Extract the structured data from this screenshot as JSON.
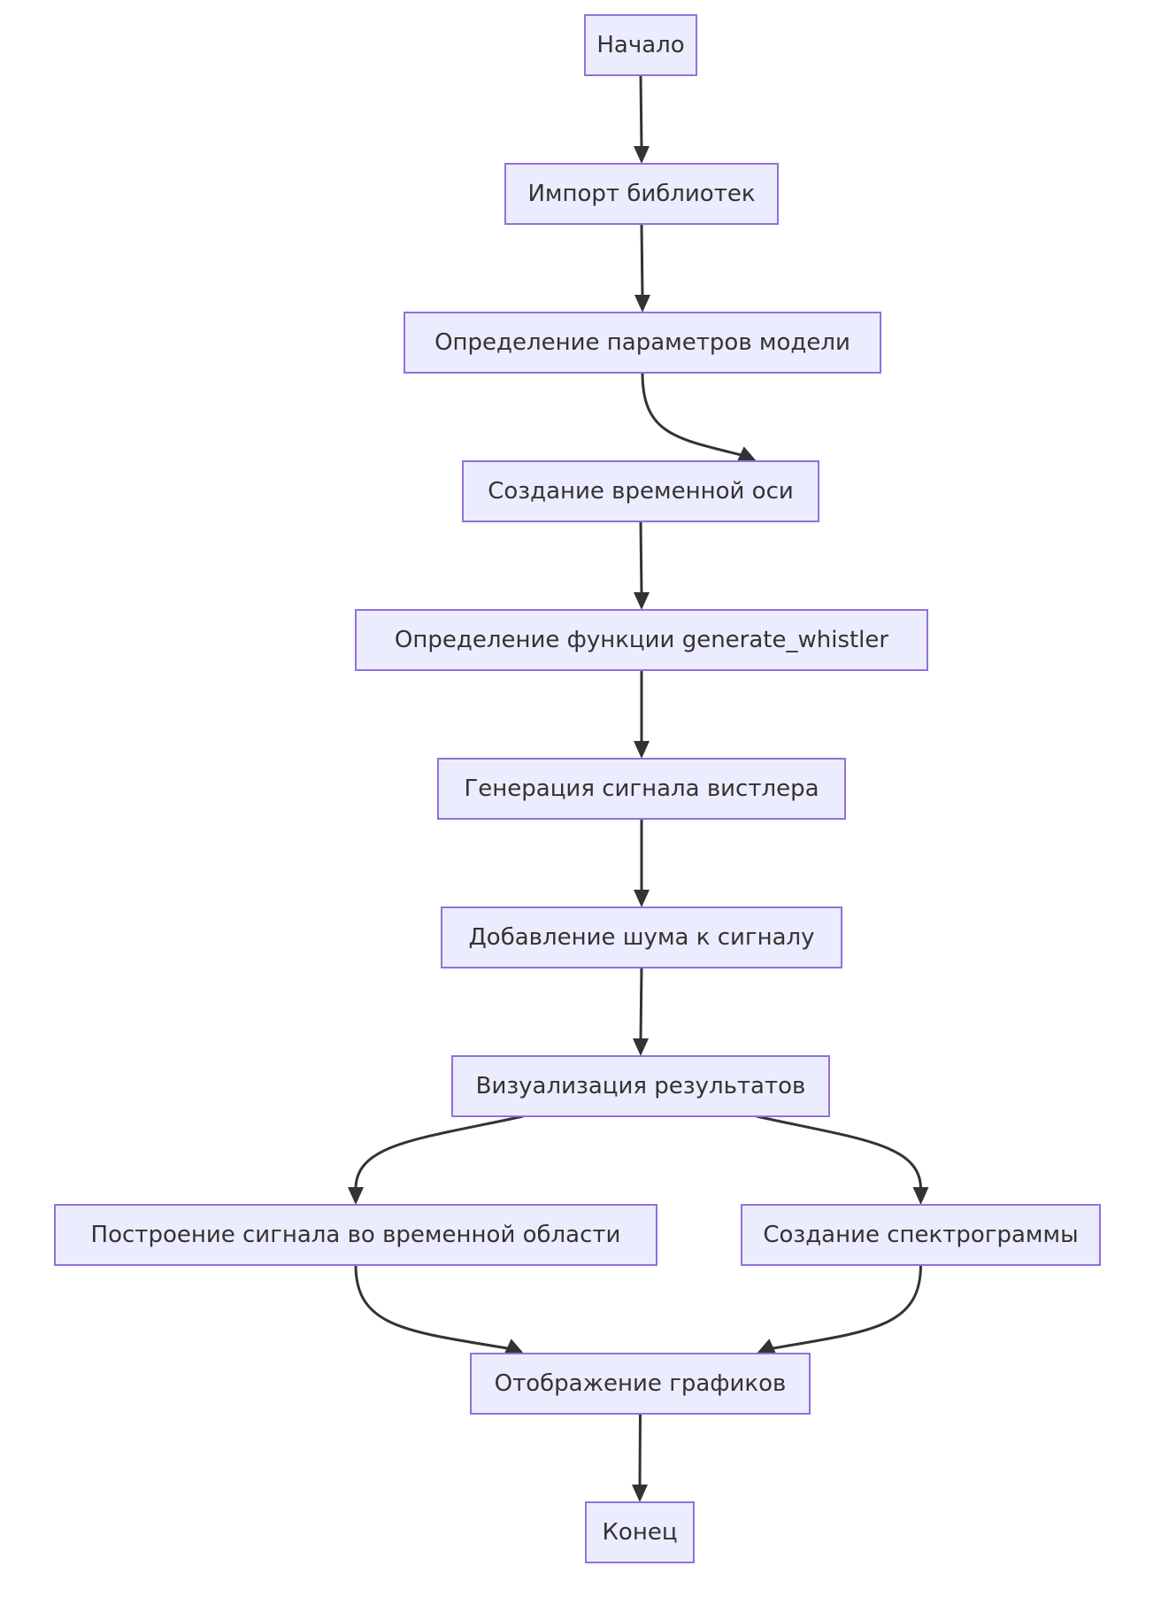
{
  "diagram": {
    "type": "flowchart",
    "direction": "top-down",
    "colors": {
      "node_fill": "#ECECFF",
      "node_border": "#9370DB",
      "text": "#333333",
      "edge": "#333333",
      "background": "#FFFFFF"
    },
    "nodes": [
      {
        "id": "start",
        "label": "Начало"
      },
      {
        "id": "import",
        "label": "Импорт библиотек"
      },
      {
        "id": "params",
        "label": "Определение параметров модели"
      },
      {
        "id": "time_axis",
        "label": "Создание временной оси"
      },
      {
        "id": "func",
        "label": "Определение функции generate_whistler"
      },
      {
        "id": "gen",
        "label": "Генерация сигнала вистлера"
      },
      {
        "id": "noise",
        "label": "Добавление шума к сигналу"
      },
      {
        "id": "viz",
        "label": "Визуализация результатов"
      },
      {
        "id": "time_plot",
        "label": "Построение сигнала во временной области"
      },
      {
        "id": "spectrogram",
        "label": "Создание спектрограммы"
      },
      {
        "id": "show",
        "label": "Отображение графиков"
      },
      {
        "id": "end",
        "label": "Конец"
      }
    ],
    "edges": [
      {
        "from": "start",
        "to": "import"
      },
      {
        "from": "import",
        "to": "params"
      },
      {
        "from": "params",
        "to": "time_axis"
      },
      {
        "from": "time_axis",
        "to": "func"
      },
      {
        "from": "func",
        "to": "gen"
      },
      {
        "from": "gen",
        "to": "noise"
      },
      {
        "from": "noise",
        "to": "viz"
      },
      {
        "from": "viz",
        "to": "time_plot"
      },
      {
        "from": "viz",
        "to": "spectrogram"
      },
      {
        "from": "time_plot",
        "to": "show"
      },
      {
        "from": "spectrogram",
        "to": "show"
      },
      {
        "from": "show",
        "to": "end"
      }
    ]
  }
}
